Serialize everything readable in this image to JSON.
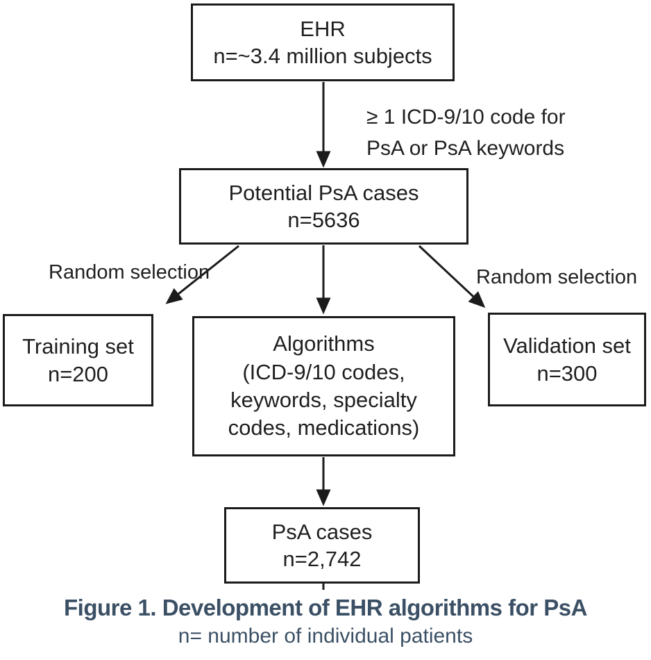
{
  "diagram": {
    "nodes": {
      "ehr": {
        "label": "EHR\nn=~3.4 million subjects"
      },
      "potential": {
        "label": "Potential PsA cases\nn=5636"
      },
      "training": {
        "label": "Training set\nn=200"
      },
      "algorithms": {
        "label": "Algorithms\n(ICD-9/10 codes,\nkeywords, specialty\ncodes, medications)"
      },
      "validation": {
        "label": "Validation set\nn=300"
      },
      "psa_cases": {
        "label": "PsA cases\nn=2,742"
      }
    },
    "edge_labels": {
      "icd_criteria": "≥ 1 ICD-9/10 code for\nPsA or PsA keywords",
      "random_selection_left": "Random selection",
      "random_selection_right": "Random selection"
    },
    "caption": {
      "title": "Figure 1. Development of EHR algorithms for PsA",
      "subtitle": "n= number of individual patients"
    },
    "colors": {
      "line": "#1b1b1b",
      "text": "#1f1f1f",
      "caption": "#3b5065",
      "box_fill": "#ffffff"
    }
  }
}
